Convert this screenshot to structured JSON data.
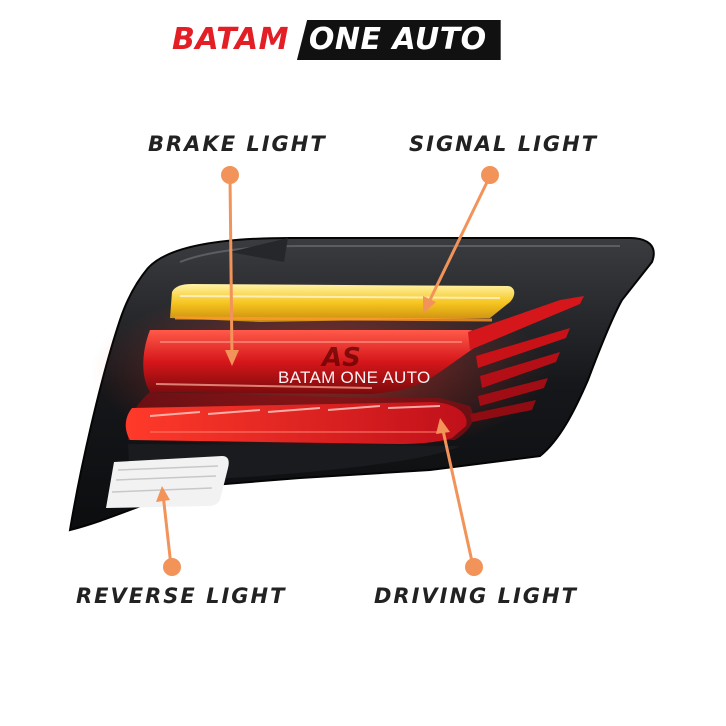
{
  "brand": {
    "part_a": "BATAM",
    "part_b": "ONE AUTO"
  },
  "labels": {
    "brake": "BRAKE LIGHT",
    "signal": "SIGNAL LIGHT",
    "reverse": "REVERSE LIGHT",
    "driving": "DRIVING LIGHT"
  },
  "watermark": "BATAM ONE AUTO",
  "colors": {
    "brand_red": "#e31e24",
    "brand_dark": "#111111",
    "pointer_orange": "#f2935a",
    "label_text": "#222222"
  }
}
